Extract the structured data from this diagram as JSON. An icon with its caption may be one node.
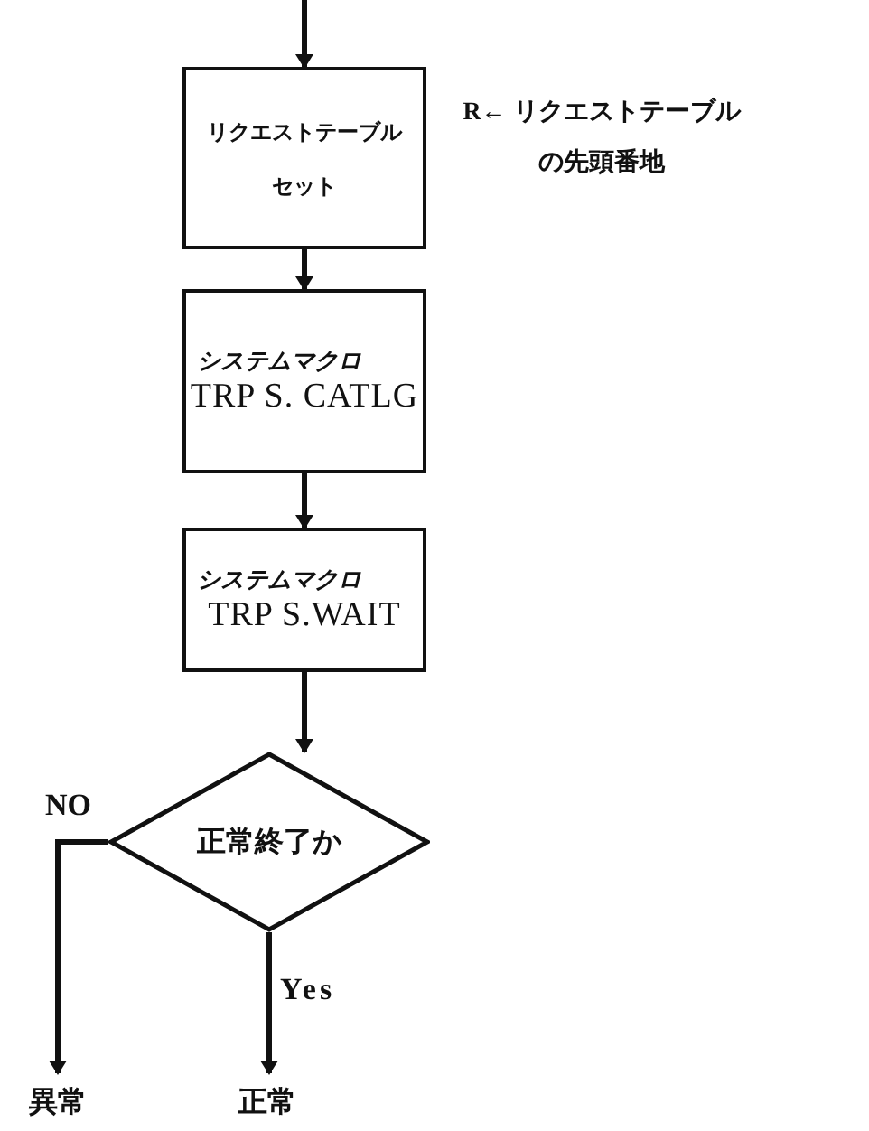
{
  "diagram": {
    "nodes": [
      {
        "text": [
          "リクエストテーブルセット"
        ],
        "beside": [
          "R← リクエストテーブルの先頭番地"
        ]
      },
      {
        "text": [
          "システムマクロ",
          "TRP S. CATLG"
        ]
      },
      {
        "text": [
          "システムマクロ",
          "TRP S.WAIT"
        ]
      },
      {
        "text": [
          "正常終了か"
        ]
      },
      {
        "text": [
          "異常"
        ]
      },
      {
        "text": [
          "正常"
        ]
      }
    ],
    "edges": [
      {
        "from": null,
        "to": 0,
        "arrow": "to"
      },
      {
        "from": 0,
        "to": 1,
        "arrow": "to"
      },
      {
        "from": 1,
        "to": 2,
        "arrow": "to"
      },
      {
        "from": 2,
        "to": 3,
        "arrow": "to"
      },
      {
        "from": 3,
        "to": 4,
        "arrow": "to",
        "label": "NO"
      },
      {
        "from": 3,
        "to": 5,
        "arrow": "to",
        "label": "Yes"
      }
    ]
  }
}
